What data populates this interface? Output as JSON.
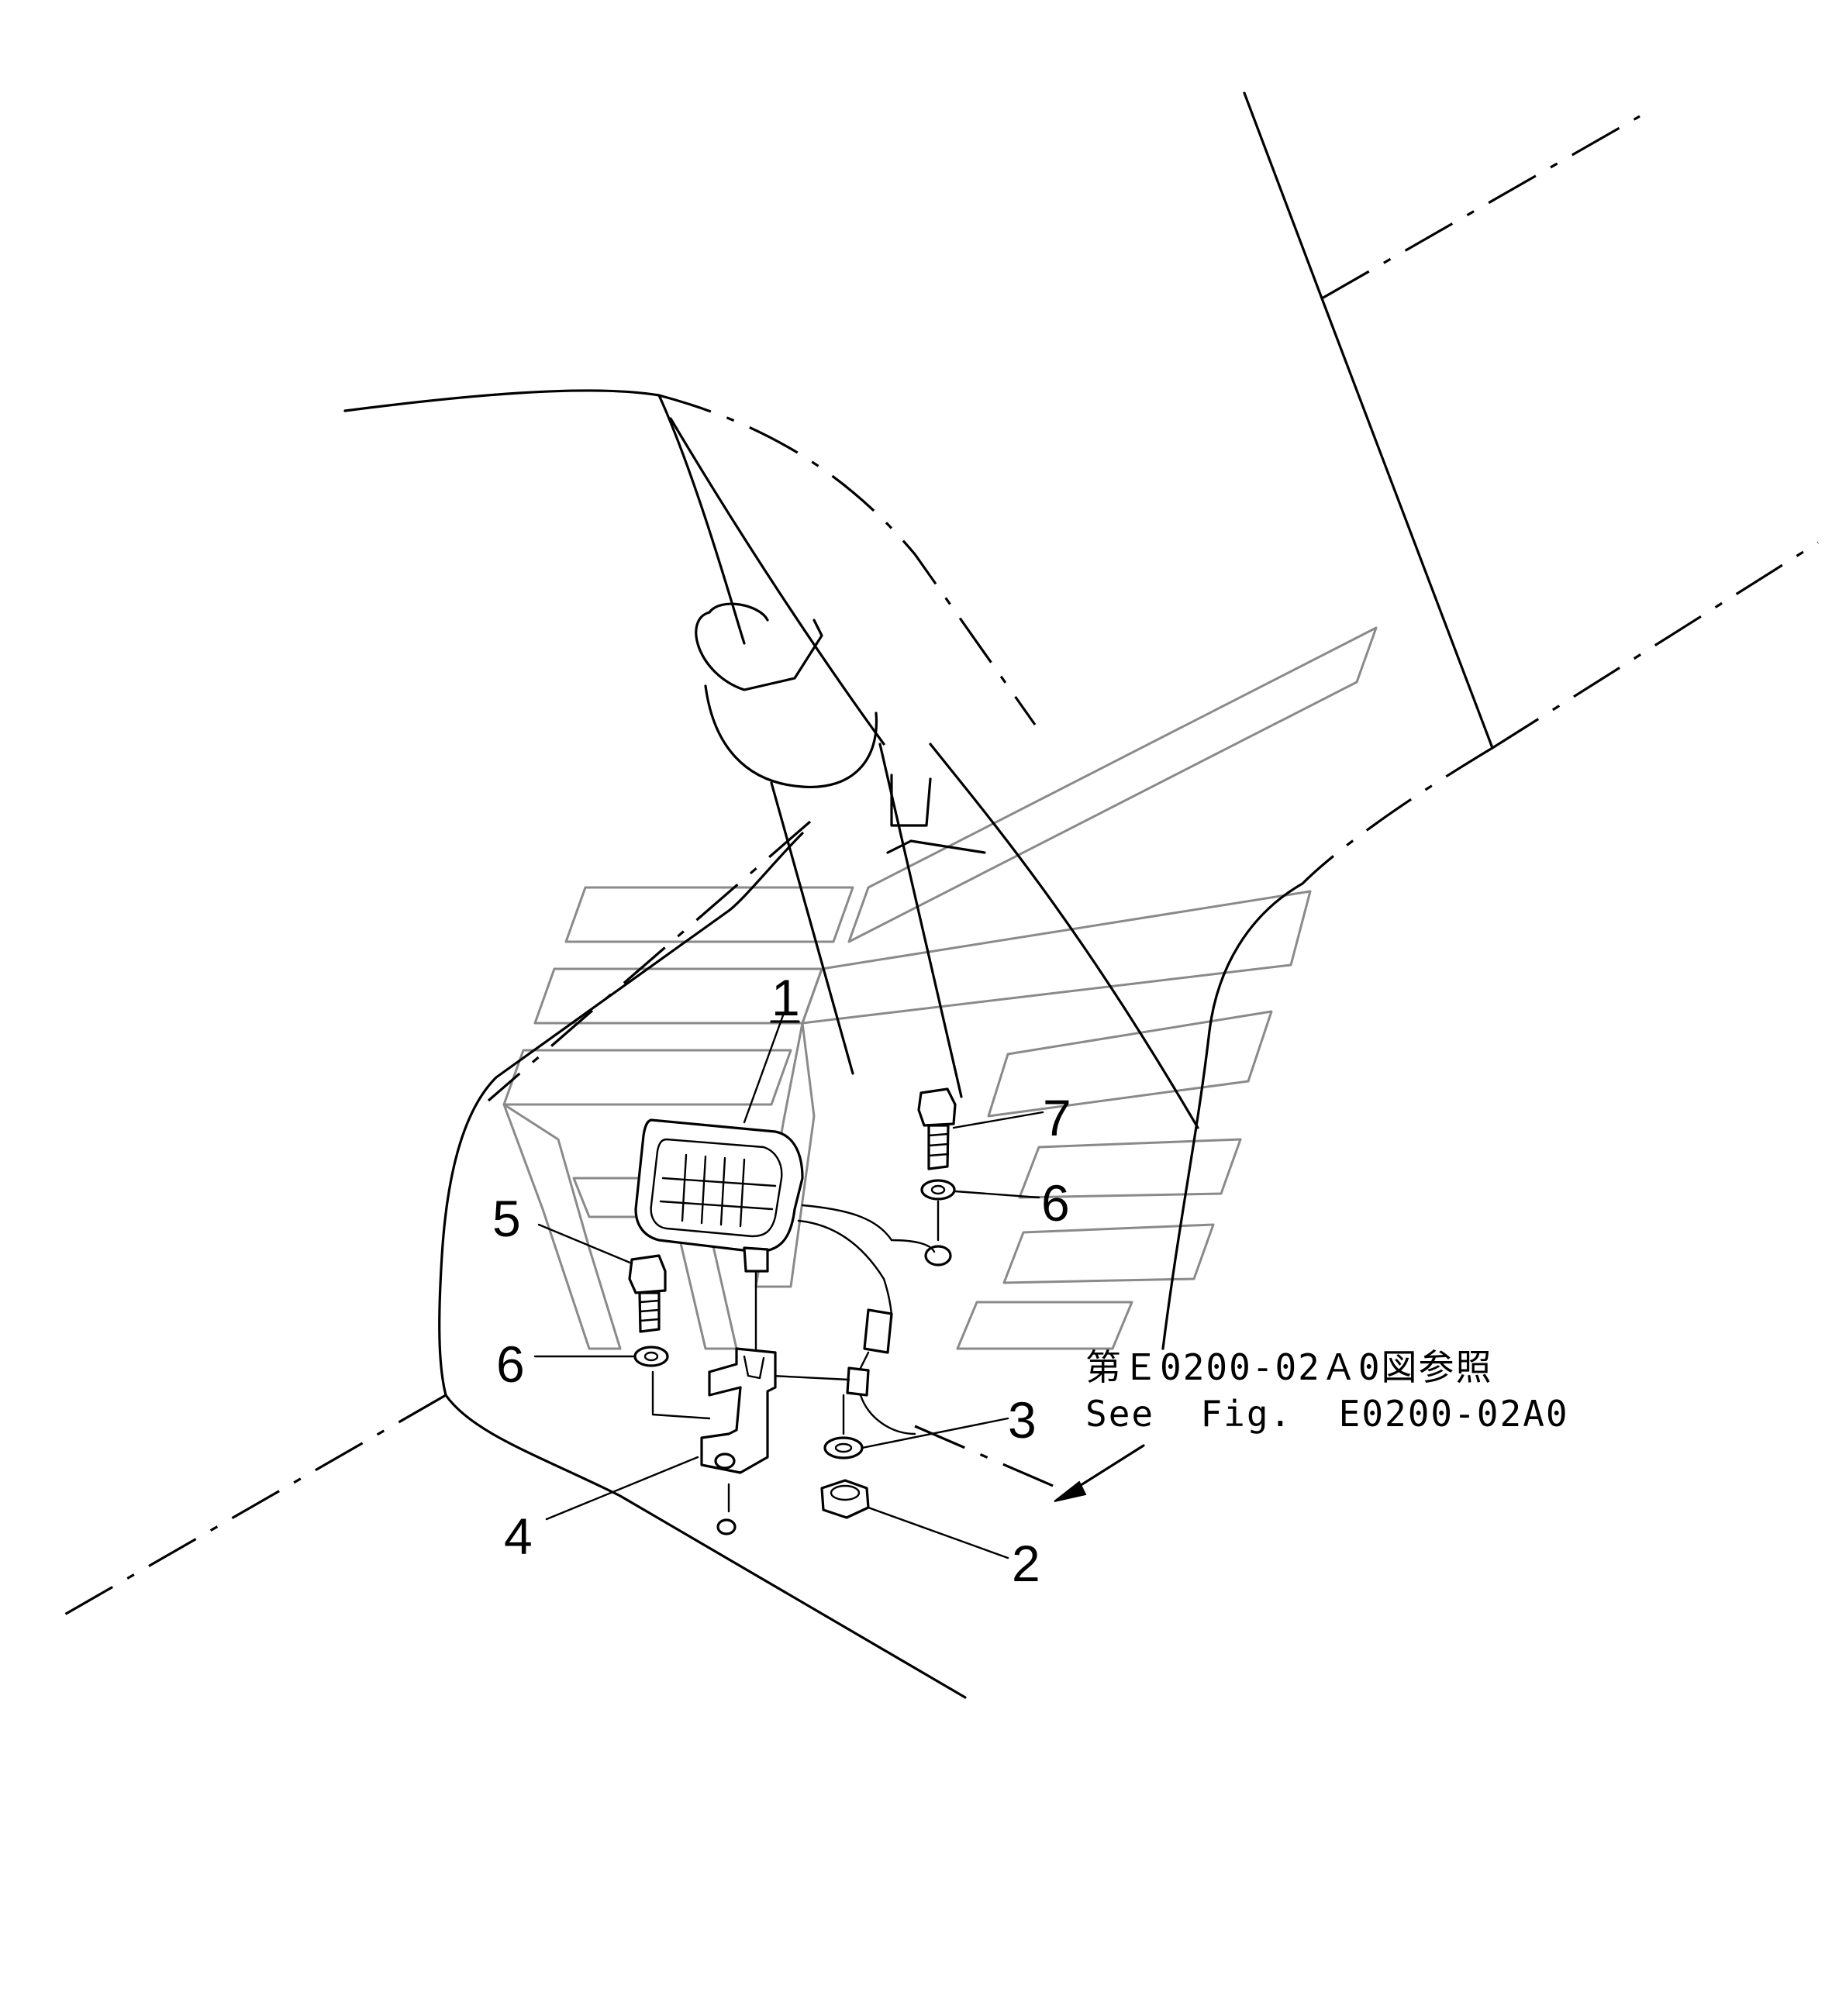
{
  "callouts": {
    "c1": "1",
    "c2": "2",
    "c3": "3",
    "c4": "4",
    "c5": "5",
    "c6a": "6",
    "c6b": "6",
    "c7": "7"
  },
  "reference": {
    "jp": "第Ｅ0200-02Ａ0図参照",
    "en": "See  Fig.  E0200-02A0"
  }
}
